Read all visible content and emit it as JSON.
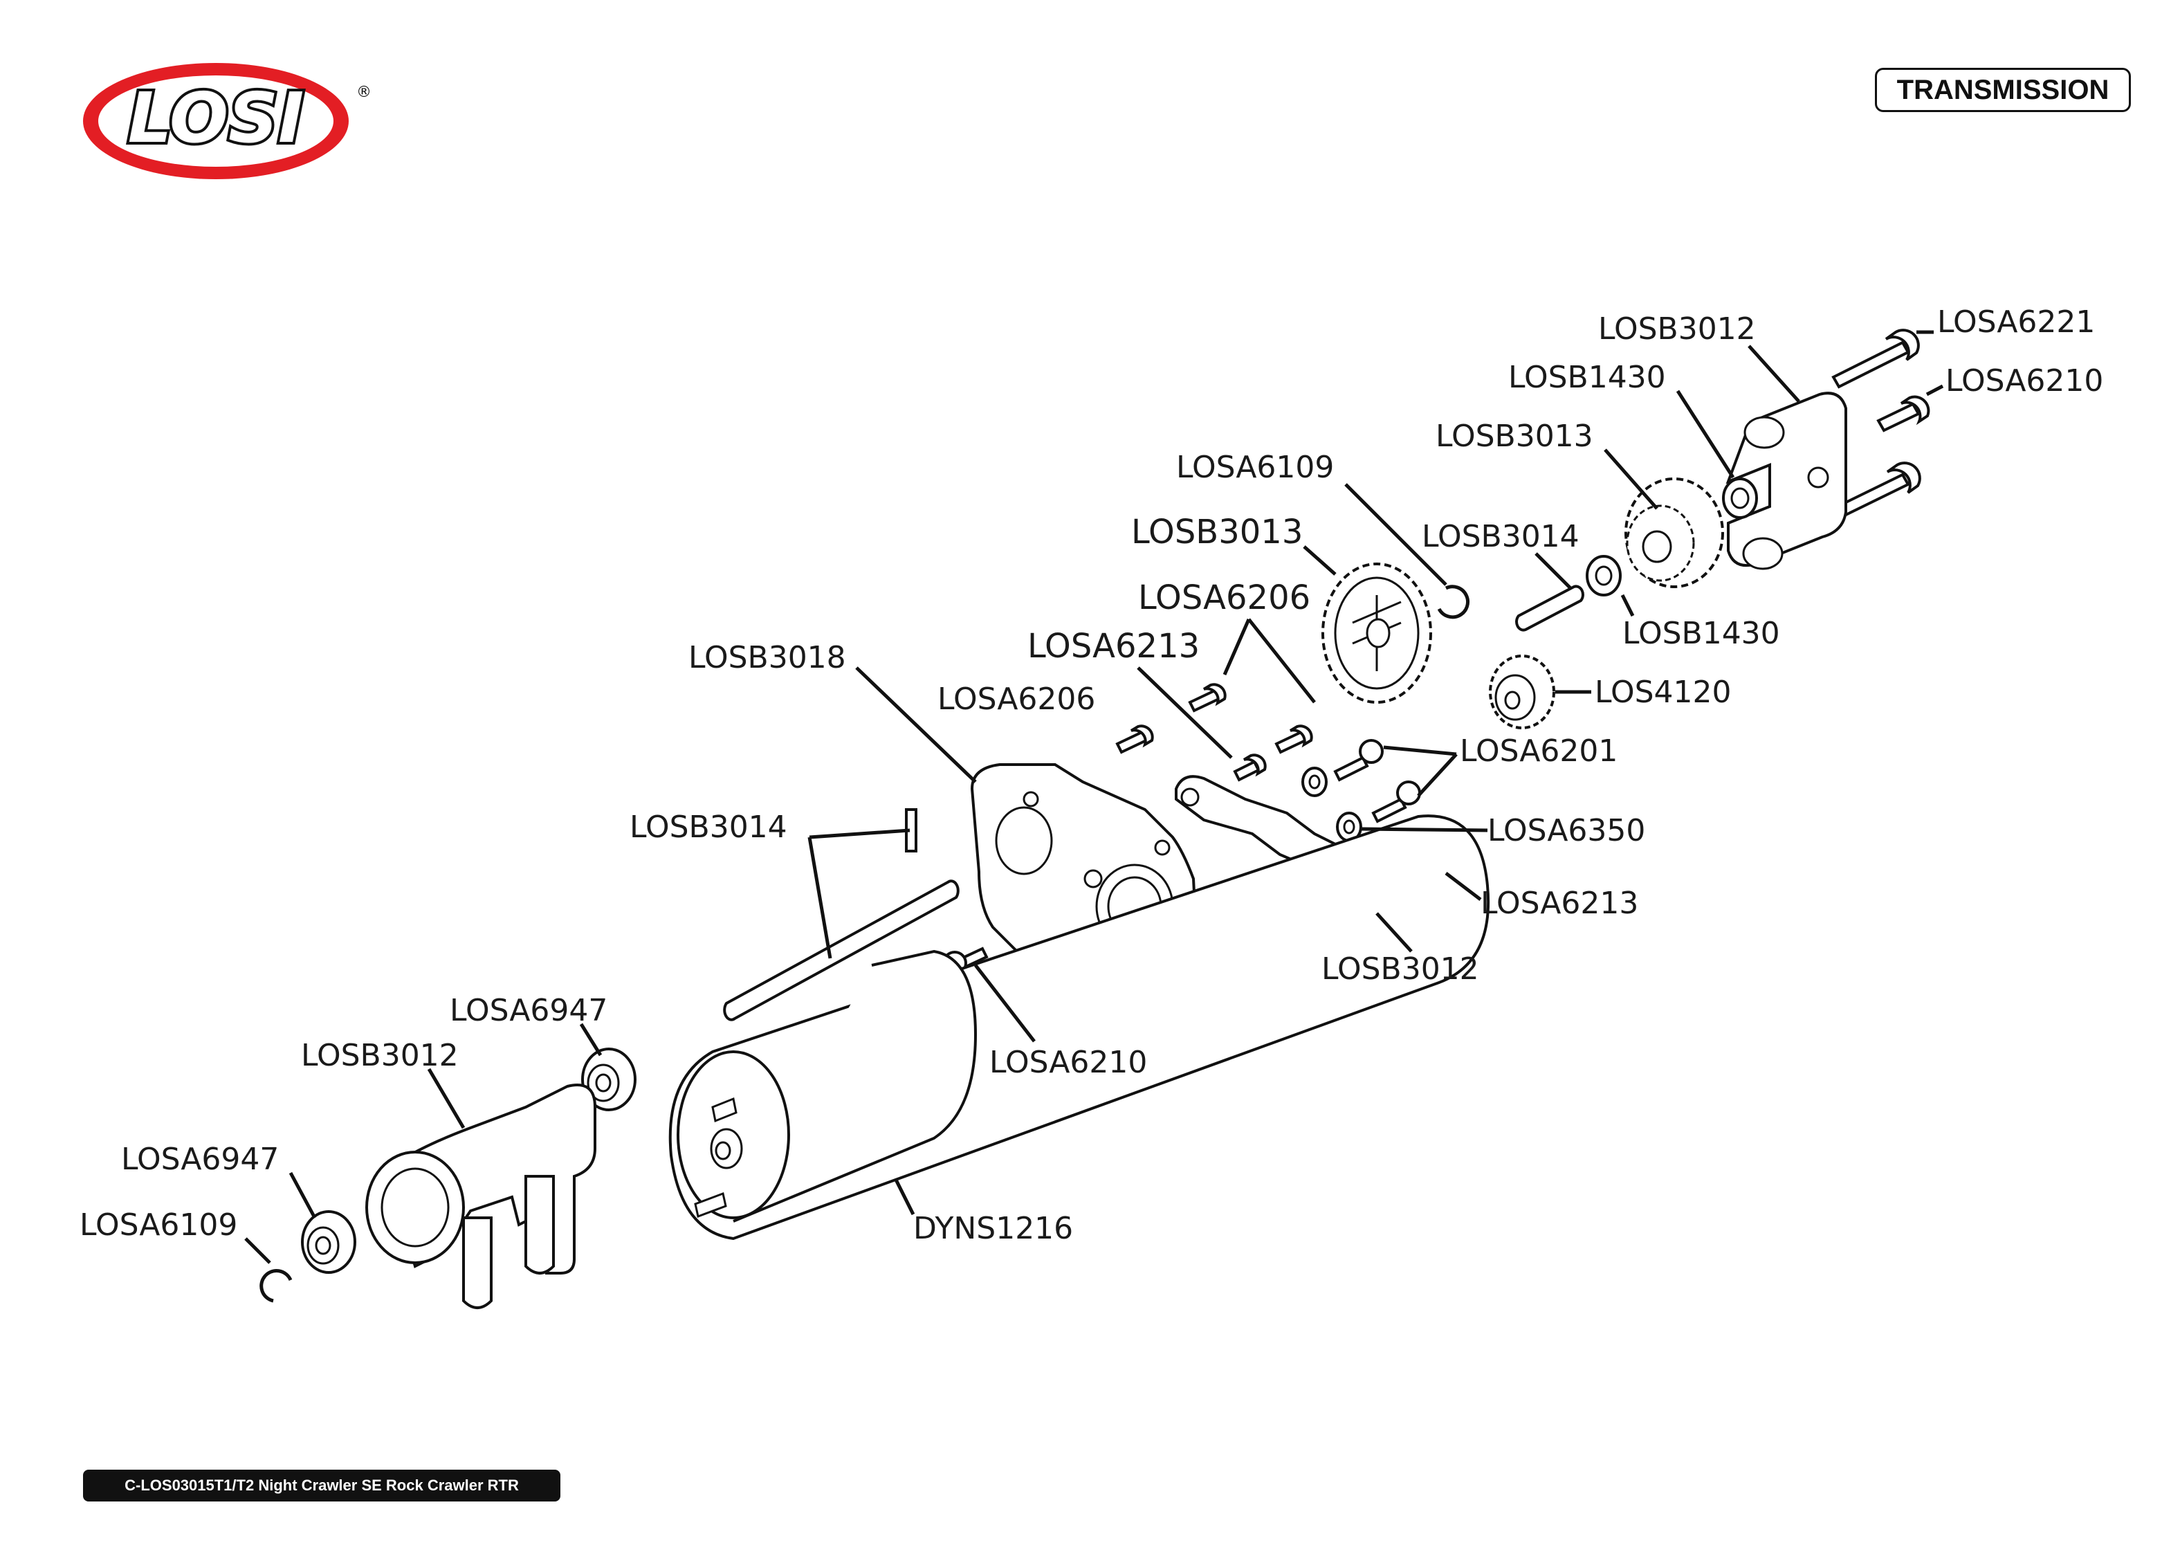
{
  "brand": {
    "logo_text": "LOSI",
    "registered_mark": "®"
  },
  "header": {
    "section_title": "TRANSMISSION"
  },
  "footer": {
    "caption": "C-LOS03015T1/T2 Night Crawler SE Rock Crawler RTR"
  },
  "labels": {
    "losa6221_top": "LOSA6221",
    "losb3012_top": "LOSB3012",
    "losb1430_top": "LOSB1430",
    "losa6210_top": "LOSA6210",
    "losb3013_top": "LOSB3013",
    "losa6109_mid": "LOSA6109",
    "losb3013_mid": "LOSB3013",
    "losb3014_mid": "LOSB3014",
    "losa6206_mid": "LOSA6206",
    "losb1430_mid": "LOSB1430",
    "losa6213_mid": "LOSA6213",
    "los4120": "LOS4120",
    "losb3018": "LOSB3018",
    "losa6206_left": "LOSA6206",
    "losa6201": "LOSA6201",
    "losa6350": "LOSA6350",
    "losa6213_low": "LOSA6213",
    "losb3014_left": "LOSB3014",
    "losb3012_mid": "LOSB3012",
    "losa6947_top": "LOSA6947",
    "losa6210_low": "LOSA6210",
    "losb3012_low": "LOSB3012",
    "losa6947_low": "LOSA6947",
    "dyns1216": "DYNS1216",
    "losa6109_low": "LOSA6109"
  },
  "colors": {
    "logo_ring": "#e31e24",
    "ink": "#111111",
    "background": "#ffffff"
  }
}
